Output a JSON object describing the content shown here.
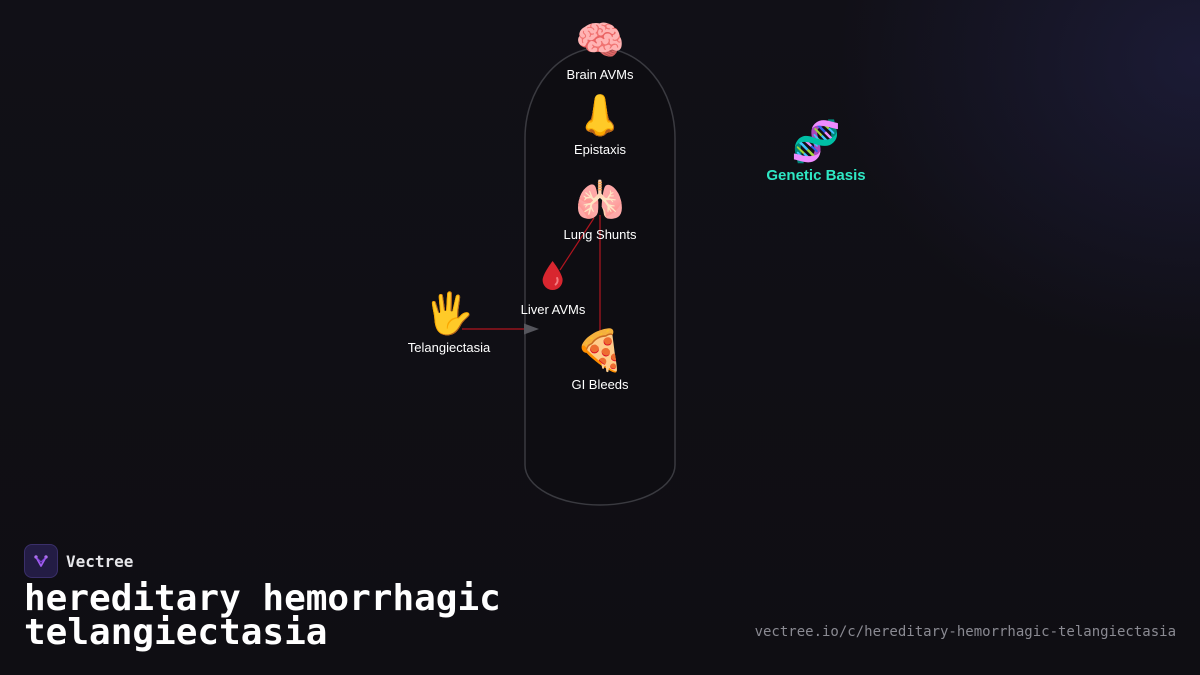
{
  "nodes": {
    "brain": {
      "label": "Brain AVMs",
      "icon": "brain-icon"
    },
    "epistaxis": {
      "label": "Epistaxis",
      "icon": "nose-icon"
    },
    "lung": {
      "label": "Lung Shunts",
      "icon": "lungs-icon"
    },
    "liver": {
      "label": "Liver AVMs",
      "icon": "blood-drop-icon"
    },
    "telangiectasia": {
      "label": "Telangiectasia",
      "icon": "hand-icon"
    },
    "gi": {
      "label": "GI Bleeds",
      "icon": "pizza-icon"
    },
    "genetic": {
      "label": "Genetic Basis",
      "icon": "dna-icon"
    }
  },
  "colors": {
    "background": "#111016",
    "accent": "#2ee8c4",
    "edge": "#b0151f",
    "capsule_stroke": "#3a3a40",
    "arrow": "#55555c"
  },
  "brand": {
    "name": "Vectree"
  },
  "title": "hereditary hemorrhagic telangiectasia",
  "url": "vectree.io/c/hereditary-hemorrhagic-telangiectasia"
}
